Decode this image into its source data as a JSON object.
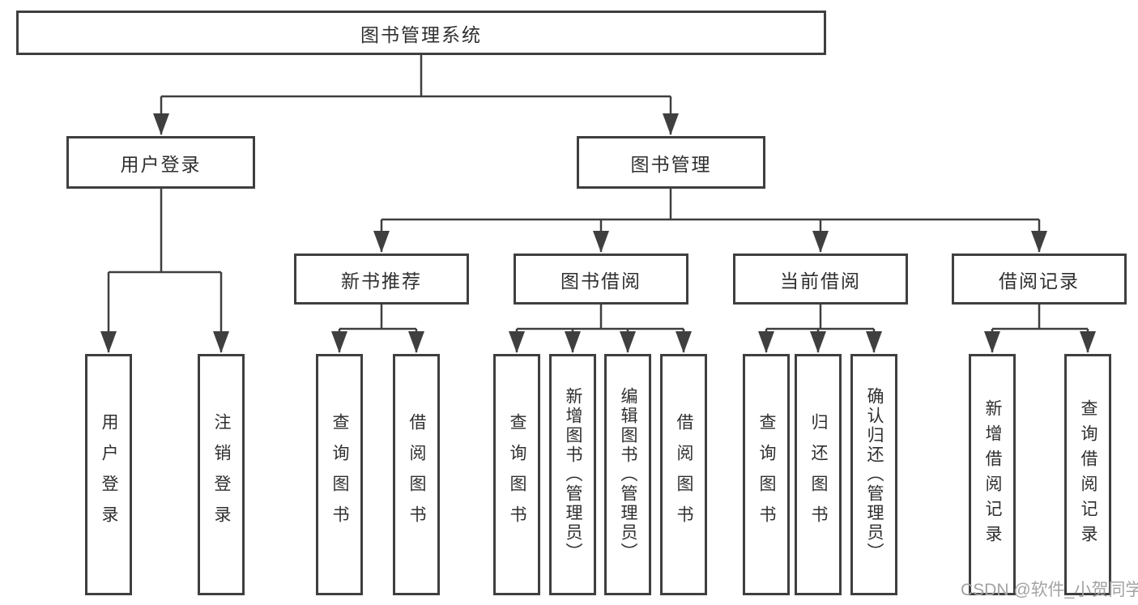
{
  "title": "图书管理系统",
  "branches": [
    {
      "label": "用户登录",
      "children": [
        "用户登录",
        "注销登录"
      ]
    },
    {
      "label": "图书管理",
      "sections": [
        {
          "label": "新书推荐",
          "children": [
            "查询图书",
            "借阅图书"
          ]
        },
        {
          "label": "图书借阅",
          "children": [
            "查询图书",
            "新增图书（管理员）",
            "编辑图书（管理员）",
            "借阅图书"
          ]
        },
        {
          "label": "当前借阅",
          "children": [
            "查询图书",
            "归还图书",
            "确认归还（管理员）"
          ]
        },
        {
          "label": "借阅记录",
          "children": [
            "新增借阅记录",
            "查询借阅记录"
          ]
        }
      ]
    }
  ],
  "watermark": "CSDN @软件_小贺同学",
  "colors": {
    "ink": "#3f3f3f",
    "text": "#2f2f2f",
    "watermark": "#a3a3a3",
    "background": "#ffffff"
  }
}
